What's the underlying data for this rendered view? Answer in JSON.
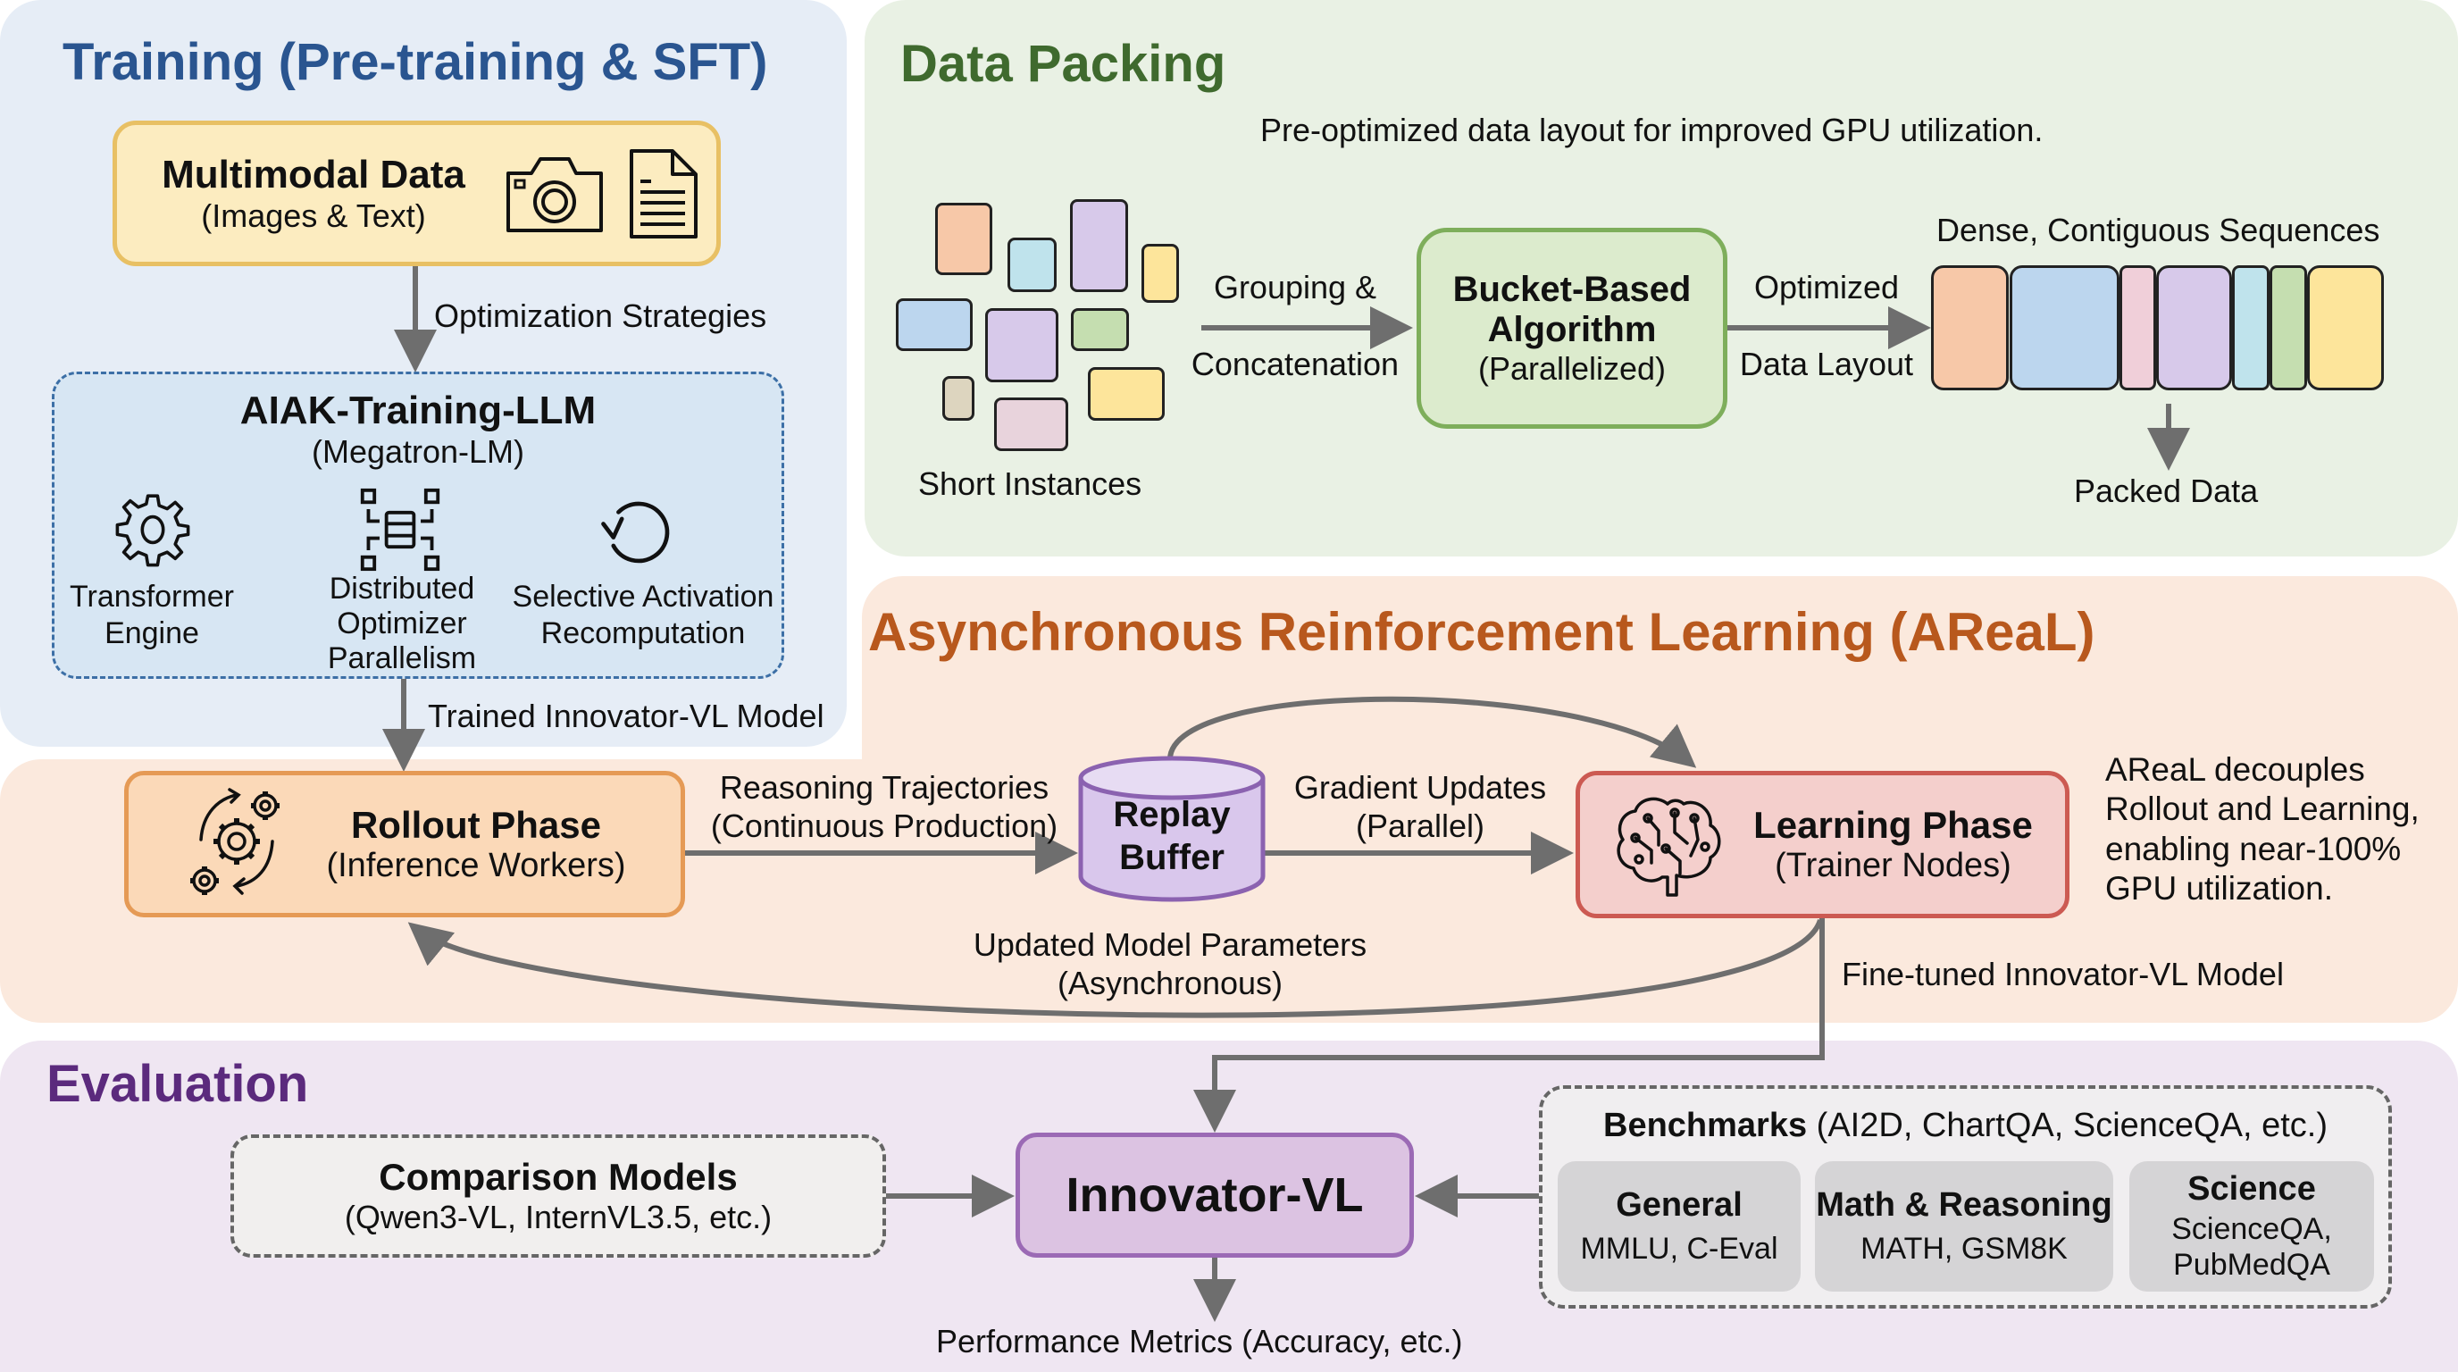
{
  "training": {
    "title": "Training (Pre-training & SFT)",
    "multimodal": {
      "title": "Multimodal Data",
      "subtitle": "(Images & Text)",
      "icons": [
        "camera-icon",
        "document-icon"
      ]
    },
    "arrow_label": "Optimization Strategies",
    "aiak": {
      "title": "AIAK-Training-LLM",
      "subtitle": "(Megatron-LM)",
      "features": [
        {
          "icon": "gear-icon",
          "line1": "Transformer",
          "line2": "Engine",
          "line3": ""
        },
        {
          "icon": "distributed-server-icon",
          "line1": "Distributed",
          "line2": "Optimizer",
          "line3": "Parallelism"
        },
        {
          "icon": "recompute-arrow-icon",
          "line1": "Selective Activation",
          "line2": "Recomputation",
          "line3": ""
        }
      ]
    },
    "output_label": "Trained Innovator-VL Model"
  },
  "packing": {
    "title": "Data Packing",
    "description": "Pre-optimized data layout for improved GPU utilization.",
    "short_instances_label": "Short Instances",
    "arrow1_line1": "Grouping &",
    "arrow1_line2": "Concatenation",
    "bucket": {
      "line1": "Bucket-Based",
      "line2": "Algorithm",
      "line3": "(Parallelized)"
    },
    "arrow2_line1": "Optimized",
    "arrow2_line2": "Data Layout",
    "sequences_label": "Dense, Contiguous Sequences",
    "packed_label": "Packed Data",
    "colors": {
      "orange": "#f7c8a8",
      "cyan": "#bfe3ec",
      "purple": "#d7c9ea",
      "yellow": "#fde59b",
      "blue": "#bcd6ee",
      "green": "#c5deb0",
      "beige": "#ddd5bf",
      "pink": "#e8d3dc",
      "rose": "#f0cfd9"
    }
  },
  "areal": {
    "title": "Asynchronous Reinforcement Learning (AReaL)",
    "rollout": {
      "title": "Rollout Phase",
      "subtitle": "(Inference Workers)",
      "icon": "rotating-gears-icon"
    },
    "traj_line1": "Reasoning Trajectories",
    "traj_line2": "(Continuous Production)",
    "replay": {
      "line1": "Replay",
      "line2": "Buffer"
    },
    "grad_line1": "Gradient Updates",
    "grad_line2": "(Parallel)",
    "learning": {
      "title": "Learning Phase",
      "subtitle": "(Trainer Nodes)",
      "icon": "brain-circuit-icon"
    },
    "note": [
      "AReaL decouples",
      "Rollout and Learning,",
      "enabling near-100%",
      "GPU utilization."
    ],
    "update_line1": "Updated Model Parameters",
    "update_line2": "(Asynchronous)",
    "finetuned_label": "Fine-tuned Innovator-VL Model"
  },
  "evaluation": {
    "title": "Evaluation",
    "comparison": {
      "title": "Comparison Models",
      "subtitle": "(Qwen3-VL, InternVL3.5, etc.)"
    },
    "model": "Innovator-VL",
    "benchmarks": {
      "title_bold": "Benchmarks",
      "title_rest": " (AI2D, ChartQA, ScienceQA, etc.)",
      "categories": [
        {
          "name": "General",
          "items": [
            "MMLU, C-Eval"
          ]
        },
        {
          "name": "Math & Reasoning",
          "items": [
            "MATH, GSM8K"
          ]
        },
        {
          "name": "Science",
          "items": [
            "ScienceQA,",
            "PubMedQA"
          ]
        }
      ]
    },
    "metrics_label": "Performance Metrics (Accuracy, etc.)"
  }
}
